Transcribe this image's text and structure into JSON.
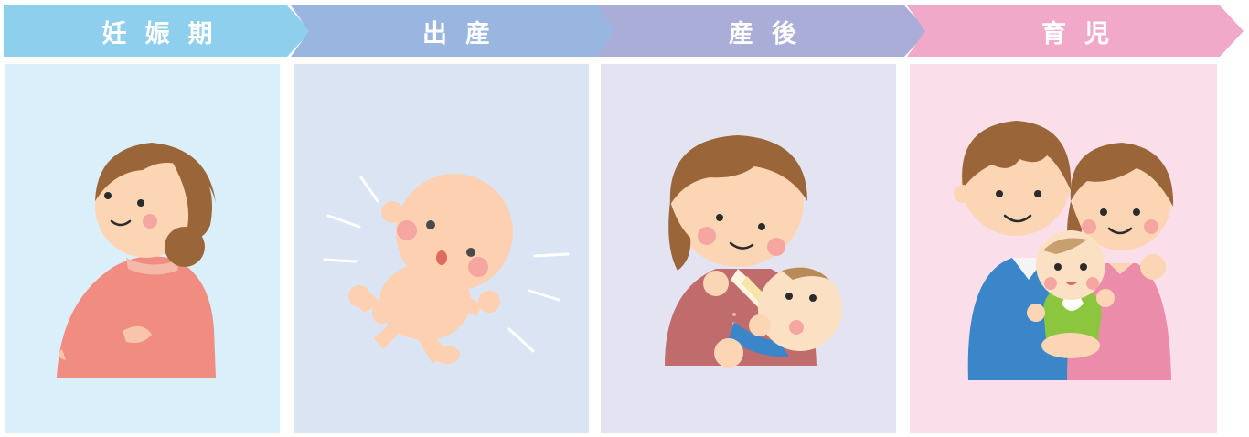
{
  "stages": [
    {
      "label": "妊娠期",
      "arrow_color": "#8ecfee",
      "panel_color": "#dbeffa"
    },
    {
      "label": "出産",
      "arrow_color": "#99b6e0",
      "panel_color": "#dbe4f3"
    },
    {
      "label": "産後",
      "arrow_color": "#abadd9",
      "panel_color": "#e3e3f2"
    },
    {
      "label": "育児",
      "arrow_color": "#f0a9c8",
      "panel_color": "#fadfeb"
    }
  ]
}
